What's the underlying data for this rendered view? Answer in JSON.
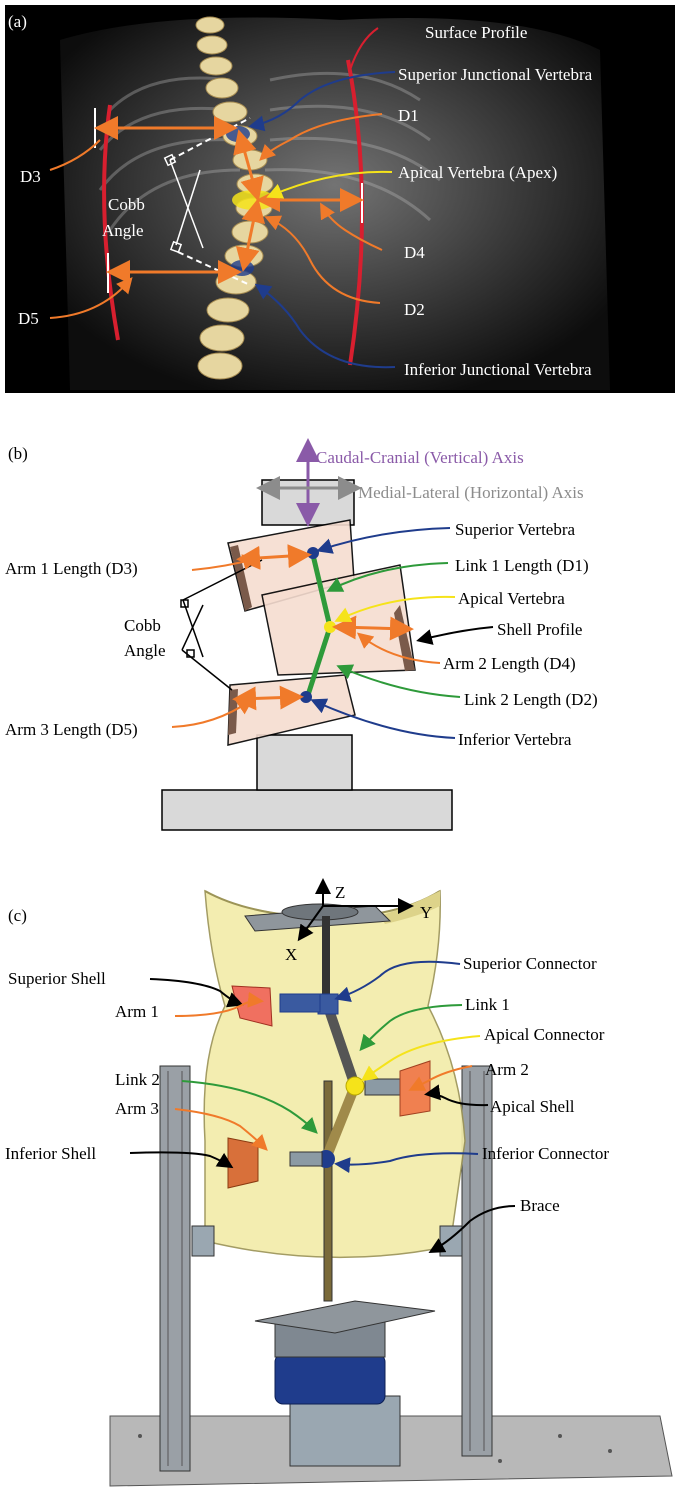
{
  "panel_a": {
    "tag": "(a)",
    "labels": {
      "surface_profile": "Surface Profile",
      "superior_junctional": "Superior Junctional Vertebra",
      "d1": "D1",
      "apical": "Apical Vertebra (Apex)",
      "d3": "D3",
      "cobb_1": "Cobb",
      "cobb_2": "Angle",
      "d4": "D4",
      "d2": "D2",
      "d5": "D5",
      "inferior_junctional": "Inferior Junctional Vertebra"
    }
  },
  "panel_b": {
    "tag": "(b)",
    "labels": {
      "vertical_axis": "Caudal-Cranial (Vertical) Axis",
      "horizontal_axis": "Medial-Lateral (Horizontal) Axis",
      "superior_vertebra": "Superior Vertebra",
      "arm1": "Arm 1 Length (D3)",
      "link1": "Link 1 Length (D1)",
      "apical_vertebra": "Apical Vertebra",
      "cobb_1": "Cobb",
      "cobb_2": "Angle",
      "shell_profile": "Shell Profile",
      "arm2": "Arm 2 Length (D4)",
      "link2": "Link 2 Length (D2)",
      "arm3": "Arm 3 Length (D5)",
      "inferior_vertebra": "Inferior Vertebra"
    }
  },
  "panel_c": {
    "tag": "(c)",
    "labels": {
      "z": "Z",
      "y": "Y",
      "x": "X",
      "superior_connector": "Superior Connector",
      "superior_shell": "Superior Shell",
      "link1": "Link 1",
      "apical_connector": "Apical Connector",
      "arm1": "Arm 1",
      "arm2": "Arm 2",
      "link2": "Link 2",
      "apical_shell": "Apical Shell",
      "arm3": "Arm 3",
      "inferior_shell": "Inferior Shell",
      "inferior_connector": "Inferior Connector",
      "brace": "Brace"
    }
  },
  "colors": {
    "orange": "#f07a2a",
    "red": "#d81f2f",
    "blue": "#1f3c8c",
    "yellow": "#f5e31a",
    "green": "#2e9a3a",
    "purple": "#8a5aa8",
    "gray_axis": "#8c8c8c",
    "brace_fill": "#f3ecaa"
  }
}
